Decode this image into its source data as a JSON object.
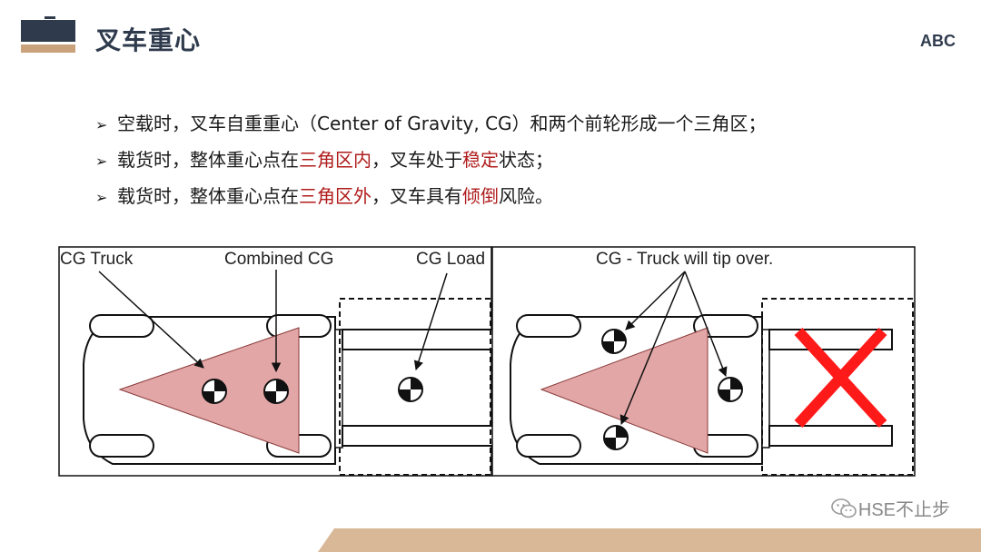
{
  "header": {
    "title": "叉车重心",
    "brand": "ABC"
  },
  "bullets": [
    {
      "arrow": "➢",
      "parts": [
        {
          "text": "空载时，叉车自重重心（Center of Gravity, CG）和两个前轮形成一个三角区；",
          "red": false
        }
      ]
    },
    {
      "arrow": "➢",
      "parts": [
        {
          "text": "载货时，整体重心点在",
          "red": false
        },
        {
          "text": "三角区内",
          "red": true
        },
        {
          "text": "，叉车处于",
          "red": false
        },
        {
          "text": "稳定",
          "red": true
        },
        {
          "text": "状态；",
          "red": false
        }
      ]
    },
    {
      "arrow": "➢",
      "parts": [
        {
          "text": "载货时，整体重心点在",
          "red": false
        },
        {
          "text": "三角区外",
          "red": true
        },
        {
          "text": "，叉车具有",
          "red": false
        },
        {
          "text": "倾倒",
          "red": true
        },
        {
          "text": "风险。",
          "red": false
        }
      ]
    }
  ],
  "figure": {
    "left_labels": {
      "cg_truck": "CG Truck",
      "combined_cg": "Combined CG",
      "cg_load": "CG Load"
    },
    "right_label": "CG - Truck will tip over.",
    "colors": {
      "triangle_fill": "#e3a6a6",
      "cross": "#ff1a1a",
      "outline": "#111111"
    }
  },
  "footer": {
    "watermark": "HSE不止步",
    "band_color": "#d8b896",
    "accent_color": "#2f3b4d",
    "bullet_red": "#b01c1c"
  }
}
